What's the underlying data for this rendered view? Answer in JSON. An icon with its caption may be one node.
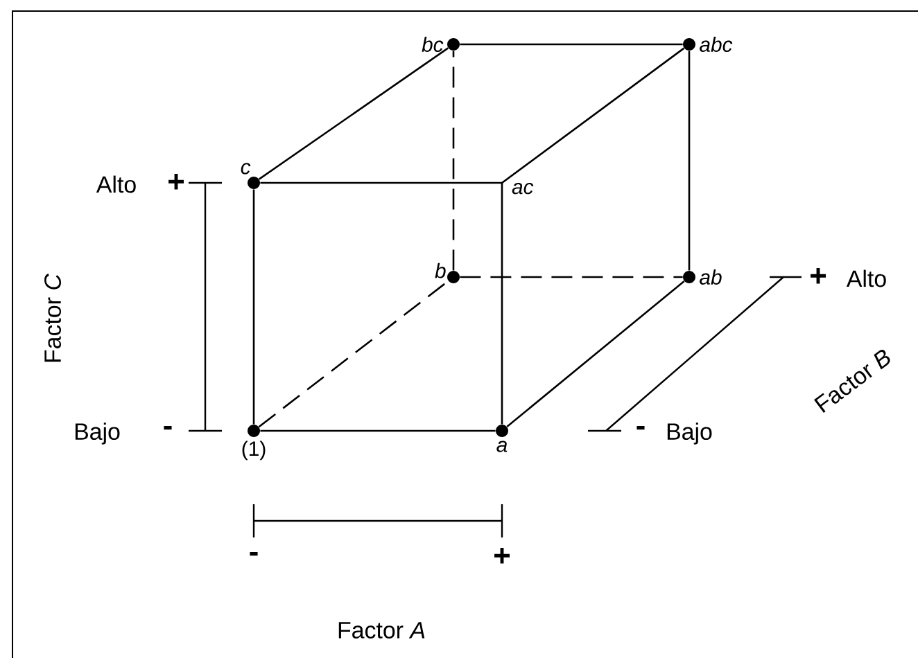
{
  "diagram": {
    "nodes": [
      {
        "text": [],
        "shape": "circle",
        "beside": [
          "(1)"
        ]
      },
      {
        "text": [],
        "shape": "circle",
        "beside": [
          "a"
        ]
      },
      {
        "text": [],
        "shape": "circle",
        "beside": [
          "b"
        ]
      },
      {
        "text": [],
        "shape": "circle",
        "beside": [
          "ab"
        ]
      },
      {
        "text": [],
        "shape": "circle",
        "beside": [
          "c"
        ]
      },
      {
        "text": [
          "ac"
        ]
      },
      {
        "text": [],
        "shape": "circle",
        "beside": [
          "bc"
        ]
      },
      {
        "text": [],
        "shape": "circle",
        "beside": [
          "abc"
        ]
      }
    ],
    "edges": [
      {
        "from": 0,
        "to": 1,
        "arrow": "none"
      },
      {
        "from": 0,
        "to": 4,
        "arrow": "none"
      },
      {
        "from": 1,
        "to": 5,
        "arrow": "none"
      },
      {
        "from": 4,
        "to": 5,
        "arrow": "none"
      },
      {
        "from": 4,
        "to": 6,
        "arrow": "none"
      },
      {
        "from": 5,
        "to": 7,
        "arrow": "none"
      },
      {
        "from": 6,
        "to": 7,
        "arrow": "none"
      },
      {
        "from": 7,
        "to": 3,
        "arrow": "none"
      },
      {
        "from": 1,
        "to": 3,
        "arrow": "none"
      },
      {
        "from": 0,
        "to": 2,
        "arrow": "none",
        "style": "dashed"
      },
      {
        "from": 2,
        "to": 6,
        "arrow": "none",
        "style": "dashed"
      },
      {
        "from": 2,
        "to": 3,
        "arrow": "none",
        "style": "dashed"
      }
    ],
    "labels": [
      "Alto",
      "+",
      "Factor *C*",
      "+",
      "Alto",
      "Factor *B*",
      "Bajo",
      "-",
      "-",
      "Bajo",
      "-",
      "+",
      "Factor *A*"
    ]
  }
}
